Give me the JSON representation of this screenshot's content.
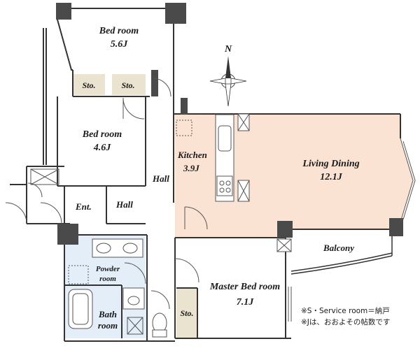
{
  "rooms": {
    "bed_upper": {
      "name": "Bed room",
      "size": "5.6J"
    },
    "bed_mid": {
      "name": "Bed room",
      "size": "4.6J"
    },
    "kitchen": {
      "name": "Kitchen",
      "size": "3.9J"
    },
    "living": {
      "name": "Living Dining",
      "size": "12.1J"
    },
    "master": {
      "name": "Master Bed room",
      "size": "7.1J"
    },
    "powder_line1": "Powder",
    "powder_line2": "room",
    "bath_line1": "Bath",
    "bath_line2": "room",
    "balcony": "Balcony",
    "entrance": "Ent.",
    "hall_vertical": "Hall",
    "hall_lower": "Hall",
    "storage": [
      "Sto.",
      "Sto.",
      "Sto."
    ]
  },
  "compass": {
    "north_label": "N"
  },
  "notes": [
    "※S・Service room＝納戸",
    "※Jは、おおよその帖数です"
  ],
  "colors": {
    "wall": "#4a4a4a",
    "living_floor": "#fbe3d3",
    "wet_floor": "#e3eef8",
    "storage_floor": "#e9e3cf",
    "line": "#333333"
  }
}
